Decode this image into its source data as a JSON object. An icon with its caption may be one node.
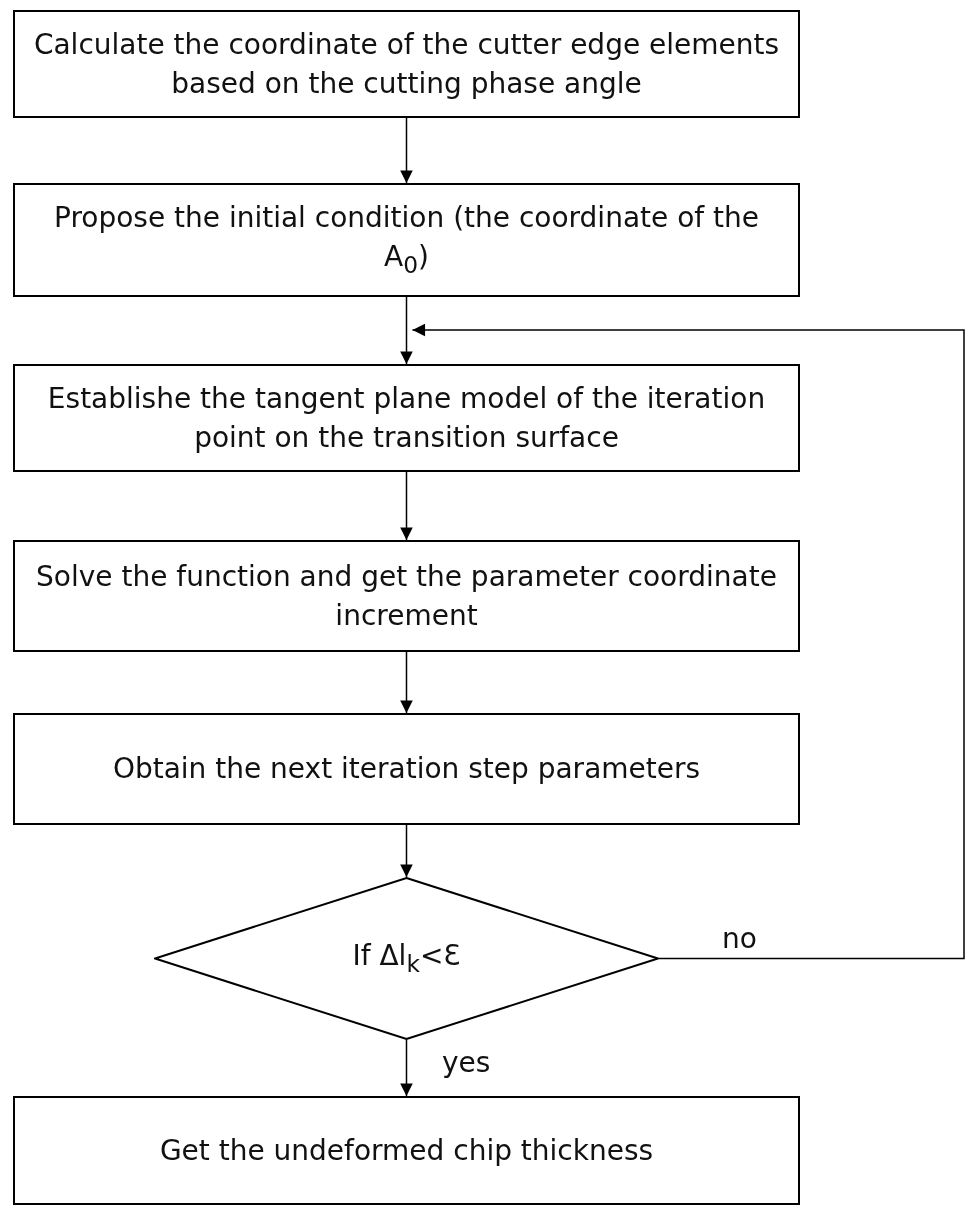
{
  "diagram": {
    "nodes": [
      {
        "text": [
          "Calculate the coordinate of the cutter edge elements based on the cutting phase angle"
        ]
      },
      {
        "text": [
          "Propose the initial condition (the coordinate of the A$_{0}$)"
        ]
      },
      {
        "text": [
          "Establishe the tangent plane model of the iteration point on the transition surface"
        ]
      },
      {
        "text": [
          "Solve the function and get the parameter coordinate increment"
        ]
      },
      {
        "text": [
          "Obtain the next iteration step parameters"
        ]
      },
      {
        "text": [
          "If Δl$_{k}$<Ɛ"
        ]
      },
      {
        "text": [
          "Get the undeformed chip thickness"
        ]
      }
    ],
    "edges": [
      {
        "from": 0,
        "to": 1,
        "arrow": "to"
      },
      {
        "from": 1,
        "to": 2,
        "arrow": "to"
      },
      {
        "from": 2,
        "to": 3,
        "arrow": "to"
      },
      {
        "from": 3,
        "to": 4,
        "arrow": "to"
      },
      {
        "from": 4,
        "to": 5,
        "arrow": "to"
      },
      {
        "from": 5,
        "to": 6,
        "arrow": "to",
        "label": "yes"
      },
      {
        "from": 5,
        "to": 2,
        "arrow": "to",
        "label": "no"
      }
    ]
  }
}
